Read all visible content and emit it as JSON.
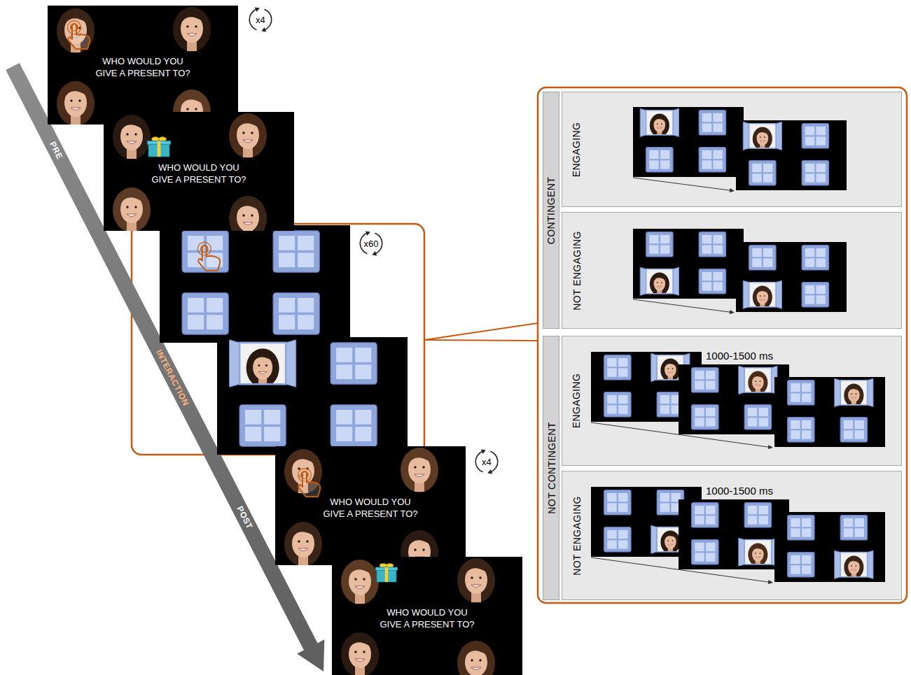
{
  "diagram": {
    "nodes": [
      {
        "text": [
          "WHO WOULD YOU GIVE A PRESENT TO?"
        ]
      },
      {
        "text": [
          "WHO WOULD YOU GIVE A PRESENT TO?"
        ]
      },
      {
        "text": [
          "WHO WOULD YOU GIVE A PRESENT TO?"
        ]
      },
      {
        "text": [
          "WHO WOULD YOU GIVE A PRESENT TO?"
        ]
      },
      {
        "text": [
          "CONTINGENT"
        ]
      },
      {
        "text": [
          "ENGAGING"
        ]
      },
      {
        "text": [
          "NOT ENGAGING"
        ]
      },
      {
        "text": [
          "NOT CONTINGENT"
        ]
      },
      {
        "text": [
          "ENGAGING",
          "1000-1500 ms"
        ]
      },
      {
        "text": [
          "NOT ENGAGING",
          "1000-1500 ms"
        ]
      }
    ],
    "labels": [
      "x4",
      "PRE",
      "x60",
      "INTERACTION",
      "x4",
      "POST"
    ]
  }
}
